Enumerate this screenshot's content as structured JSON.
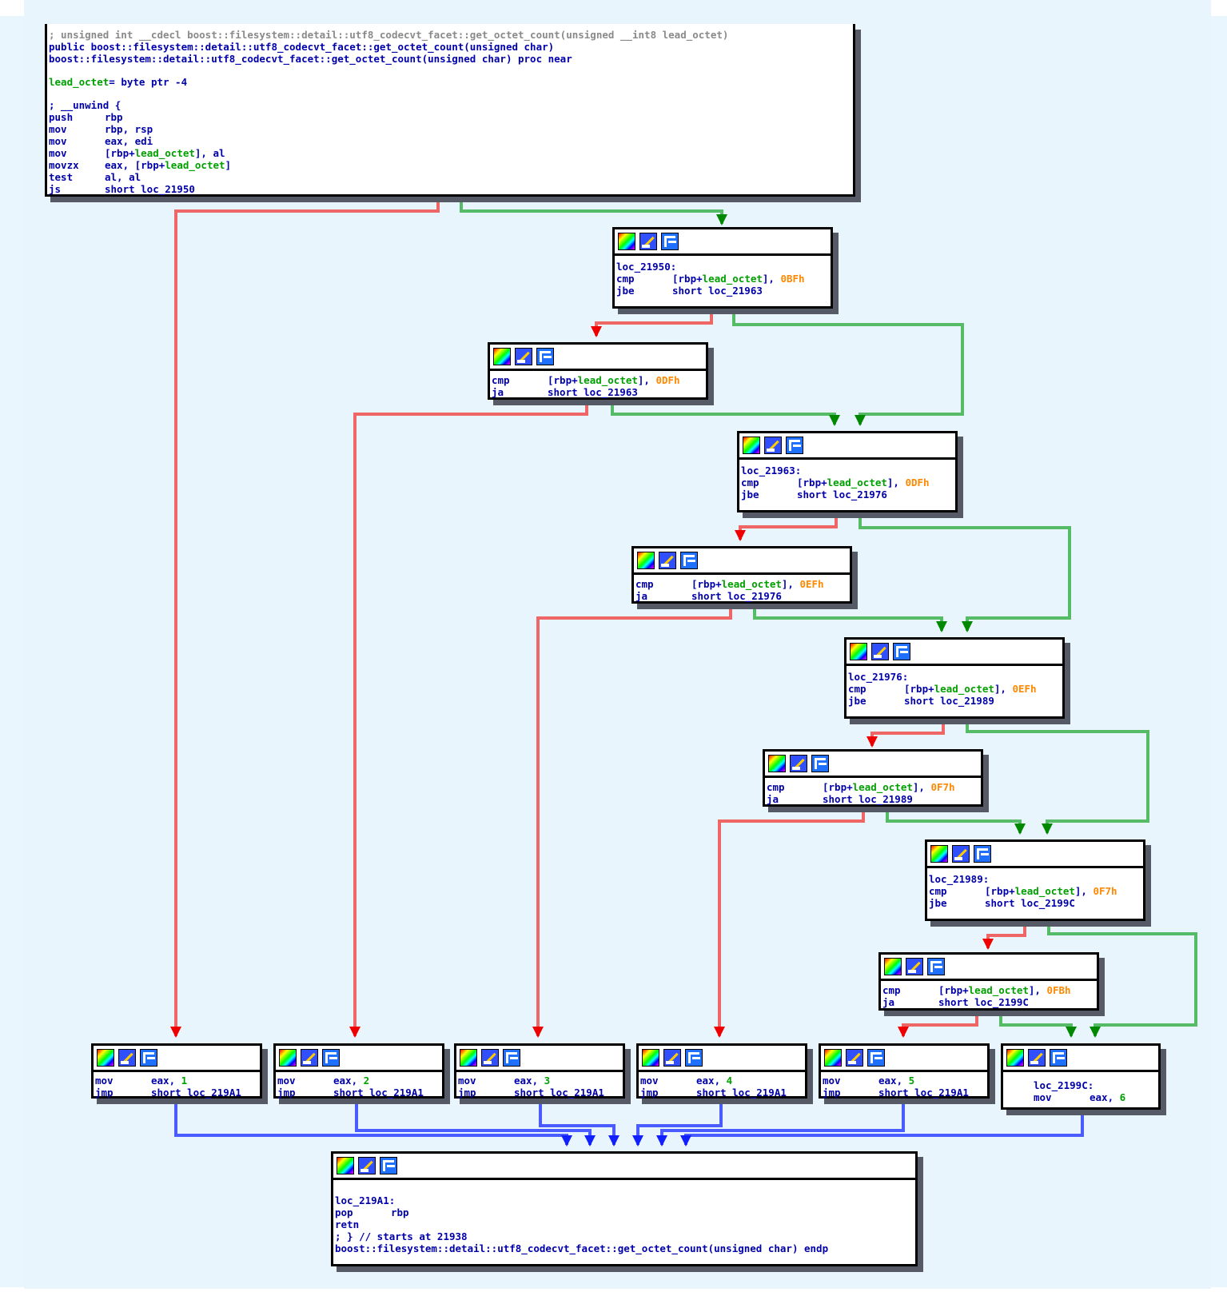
{
  "colors": {
    "false_edge": "#ee6666",
    "true_edge": "#55bb66",
    "jump_edge": "#4a5cff",
    "code_blue": "#0000aa",
    "var_green": "#00a000",
    "number_orange": "#ff8800"
  },
  "toolbar_icons": [
    "graph-color-icon",
    "rename-pencil-icon",
    "goto-address-icon"
  ],
  "top_block": {
    "line0": "; unsigned int __cdecl boost::filesystem::detail::utf8_codecvt_facet::get_octet_count(unsigned __int8 lead_octet)",
    "line1": "public boost::filesystem::detail::utf8_codecvt_facet::get_octet_count(unsigned char)",
    "line2": "boost::filesystem::detail::utf8_codecvt_facet::get_octet_count(unsigned char) proc near",
    "var_name": "lead_octet",
    "var_decl": "= byte ptr -4",
    "unwind": "; __unwind {",
    "ins": [
      {
        "m": "push",
        "o": "rbp"
      },
      {
        "m": "mov",
        "o": "rbp, rsp"
      },
      {
        "m": "mov",
        "o": "eax, edi"
      },
      {
        "m": "mov",
        "pre": "[rbp+",
        "var": "lead_octet",
        "post": "], al"
      },
      {
        "m": "movzx",
        "pre": "eax, [rbp+",
        "var": "lead_octet",
        "post": "]"
      },
      {
        "m": "test",
        "o": "al, al"
      },
      {
        "m": "js",
        "o": "short loc_21950"
      }
    ]
  },
  "nodes": {
    "n1": {
      "label": "loc_21950:",
      "cmp": "cmp",
      "pre": "[rbp+",
      "var": "lead_octet",
      "post": "], ",
      "num": "0BFh",
      "jm": "jbe",
      "jt": "short loc_21963"
    },
    "n2": {
      "cmp": "cmp",
      "pre": "[rbp+",
      "var": "lead_octet",
      "post": "], ",
      "num": "0DFh",
      "jm": "ja",
      "jt": "short loc_21963"
    },
    "n3": {
      "label": "loc_21963:",
      "cmp": "cmp",
      "pre": "[rbp+",
      "var": "lead_octet",
      "post": "], ",
      "num": "0DFh",
      "jm": "jbe",
      "jt": "short loc_21976"
    },
    "n4": {
      "cmp": "cmp",
      "pre": "[rbp+",
      "var": "lead_octet",
      "post": "], ",
      "num": "0EFh",
      "jm": "ja",
      "jt": "short loc_21976"
    },
    "n5": {
      "label": "loc_21976:",
      "cmp": "cmp",
      "pre": "[rbp+",
      "var": "lead_octet",
      "post": "], ",
      "num": "0EFh",
      "jm": "jbe",
      "jt": "short loc_21989"
    },
    "n6": {
      "cmp": "cmp",
      "pre": "[rbp+",
      "var": "lead_octet",
      "post": "], ",
      "num": "0F7h",
      "jm": "ja",
      "jt": "short loc_21989"
    },
    "n7": {
      "label": "loc_21989:",
      "cmp": "cmp",
      "pre": "[rbp+",
      "var": "lead_octet",
      "post": "], ",
      "num": "0F7h",
      "jm": "jbe",
      "jt": "short loc_2199C"
    },
    "n8": {
      "cmp": "cmp",
      "pre": "[rbp+",
      "var": "lead_octet",
      "post": "], ",
      "num": "0FBh",
      "jm": "ja",
      "jt": "short loc_2199C"
    }
  },
  "returns": [
    {
      "mov": "mov",
      "reg": "eax, ",
      "num": "1",
      "jm": "jmp",
      "jt": "short loc_219A1"
    },
    {
      "mov": "mov",
      "reg": "eax, ",
      "num": "2",
      "jm": "jmp",
      "jt": "short loc_219A1"
    },
    {
      "mov": "mov",
      "reg": "eax, ",
      "num": "3",
      "jm": "jmp",
      "jt": "short loc_219A1"
    },
    {
      "mov": "mov",
      "reg": "eax, ",
      "num": "4",
      "jm": "jmp",
      "jt": "short loc_219A1"
    },
    {
      "mov": "mov",
      "reg": "eax, ",
      "num": "5",
      "jm": "jmp",
      "jt": "short loc_219A1"
    }
  ],
  "last_return": {
    "label": "loc_2199C:",
    "mov": "mov",
    "reg": "eax, ",
    "num": "6"
  },
  "final_block": {
    "label": "loc_219A1:",
    "pop_m": "pop",
    "pop_o": "rbp",
    "retn": "retn",
    "comment": "; } // starts at 21938",
    "endp": "boost::filesystem::detail::utf8_codecvt_facet::get_octet_count(unsigned char) endp"
  }
}
